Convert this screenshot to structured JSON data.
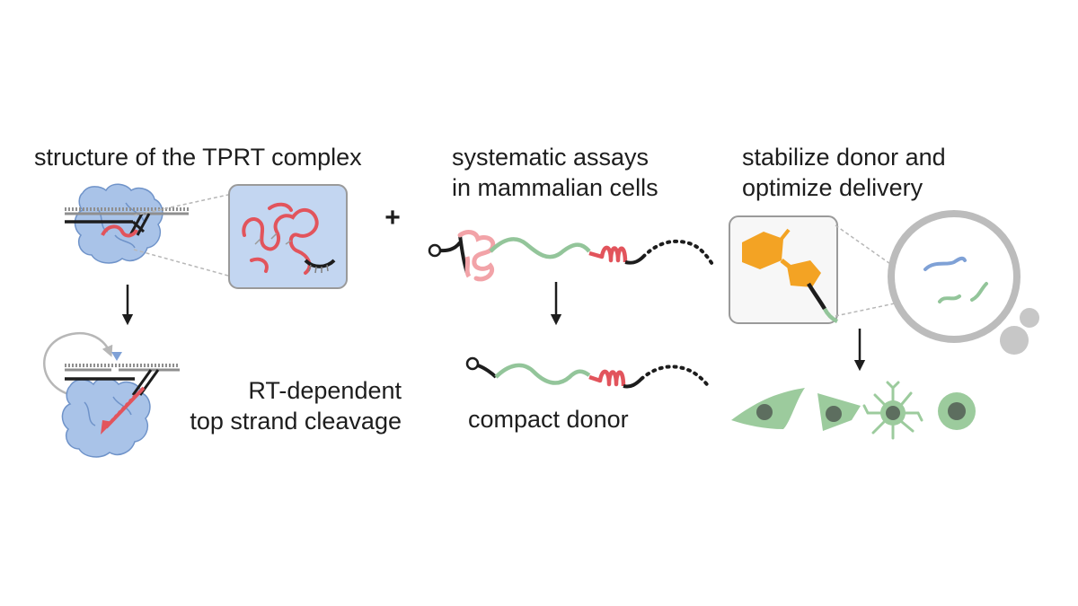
{
  "panels": {
    "structure": {
      "title": "structure of the TPRT complex"
    },
    "systematic": {
      "title_line1": "systematic assays",
      "title_line2": "in mammalian cells"
    },
    "stabilize": {
      "title_line1": "stabilize donor and",
      "title_line2": "optimize delivery"
    }
  },
  "results": {
    "rt": {
      "line1": "RT-dependent",
      "line2": "top strand cleavage"
    },
    "compact": "compact donor"
  },
  "plus": "+",
  "colors": {
    "protein": "#a9c3e8",
    "protein_dark": "#6f93c9",
    "rna_red": "#e2545c",
    "rna_pink": "#f2a3a8",
    "linker_green": "#93c59a",
    "modification_orange": "#f3a324",
    "cell_green": "#9ccb9d",
    "nucleus": "#5d6e5f",
    "guide_blue": "#7fa1d6",
    "grey": "#b7b7b7"
  }
}
